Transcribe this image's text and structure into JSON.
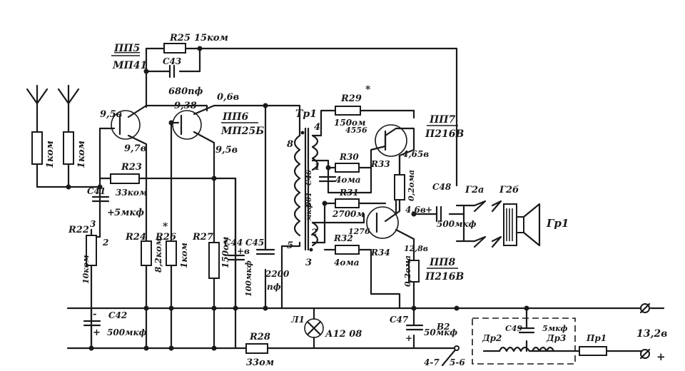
{
  "diagram": {
    "transistors": {
      "pp5": {
        "ref": "ПП5",
        "type": "МП41"
      },
      "pp6": {
        "ref": "ПП6",
        "type": "МП25Б"
      },
      "pp7": {
        "ref": "ПП7",
        "type": "П216В"
      },
      "pp8": {
        "ref": "ПП8",
        "type": "П216В"
      }
    },
    "resistors": {
      "r22": {
        "ref": "R22",
        "value": "10ком"
      },
      "r23": {
        "ref": "R23",
        "value": "33ком"
      },
      "r24": {
        "ref": "R24",
        "value": "8,2ком"
      },
      "r25": {
        "ref": "R25",
        "value": "15ком"
      },
      "r26": {
        "ref": "R26",
        "value": "1ком"
      },
      "r27": {
        "ref": "R27",
        "value": "150ом"
      },
      "r28": {
        "ref": "R28",
        "value": "33ом"
      },
      "r29": {
        "ref": "R29",
        "value": "150ом"
      },
      "r30": {
        "ref": "R30",
        "value": "4ома"
      },
      "r31": {
        "ref": "R31",
        "value": "2700м"
      },
      "r32": {
        "ref": "R32",
        "value": "4ома"
      },
      "r33": {
        "ref": "R33",
        "value": "0,2ома"
      },
      "r34": {
        "ref": "R34",
        "value": "0,2ома"
      },
      "ant1": {
        "value": "1ком"
      },
      "ant2": {
        "value": "1ком"
      }
    },
    "capacitors": {
      "c41": {
        "ref": "C41",
        "value": "5мкф"
      },
      "c42": {
        "ref": "C42",
        "value": "500мкф"
      },
      "c43": {
        "ref": "C43",
        "value": "680пф"
      },
      "c44": {
        "ref": "C44",
        "value": "100мкф"
      },
      "c45": {
        "ref": "C45",
        "value": "2200",
        "unit": "пф"
      },
      "c46": {
        "ref": "C46",
        "value": "001",
        "unit": "мкф"
      },
      "c47": {
        "ref": "C47",
        "value": "50мкф"
      },
      "c48": {
        "ref": "C48",
        "value": "500мкф"
      },
      "c49": {
        "ref": "C49",
        "value": "5мкф"
      }
    },
    "voltages": {
      "v95a": "9,5в",
      "v97": "9,7в",
      "v938": "9,38",
      "v06": "0,6в",
      "v95b": "9,5в",
      "v4556": "4556",
      "v465": "4,65в",
      "v46": "4,6в",
      "v1276": "1276",
      "v128": "12,8в",
      "supply": "13,2в"
    },
    "transformer": {
      "ref": "Тр1",
      "pin1": "1",
      "pin2": "2",
      "pin3": "3",
      "pin4": "4",
      "pin5": "5",
      "pin8": "8"
    },
    "lamp": {
      "ref": "Л1",
      "type": "А12 08"
    },
    "switch": {
      "ref": "В2",
      "pos_a": "4-7",
      "pos_b": "5-6"
    },
    "chokes": {
      "dr2": "Др2",
      "dr3": "Др3"
    },
    "fuse": {
      "ref": "Пр1"
    },
    "speaker": {
      "ref": "Гр1"
    },
    "jacks": {
      "g2a": "Г2а",
      "g2b": "Г2б"
    },
    "pin_marks": {
      "c22_top": "3",
      "c22_mid": "2"
    },
    "pol": {
      "plus": "+",
      "minus": "-",
      "plus_b": "+в"
    },
    "stars": {
      "r26": "*",
      "r29": "*"
    }
  }
}
